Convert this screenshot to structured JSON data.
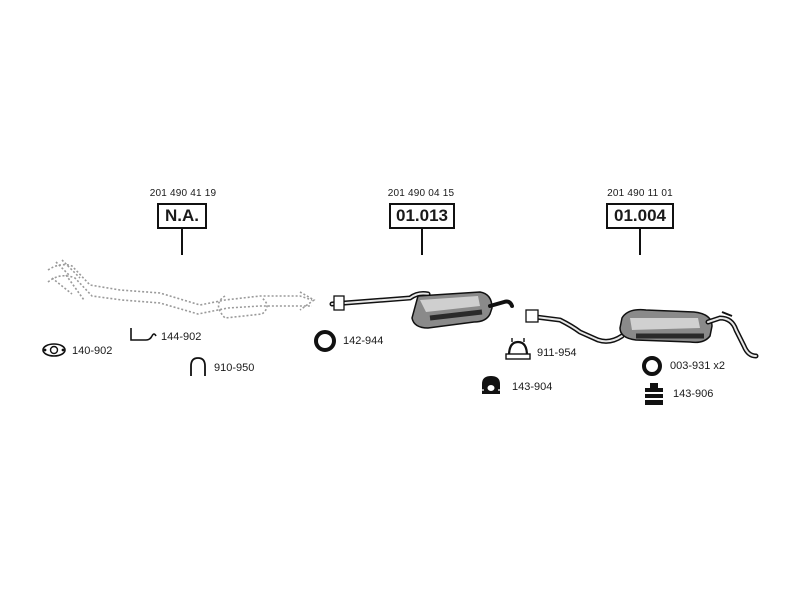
{
  "assemblies": [
    {
      "oem": "201 490 41 19",
      "code": "N.A."
    },
    {
      "oem": "201 490 04 15",
      "code": "01.013"
    },
    {
      "oem": "201 490 11 01",
      "code": "01.004"
    }
  ],
  "parts": [
    {
      "label": "140-902",
      "icon": "flange-gasket-icon"
    },
    {
      "label": "144-902",
      "icon": "clamp-bracket-icon"
    },
    {
      "label": "910-950",
      "icon": "u-bolt-icon"
    },
    {
      "label": "142-944",
      "icon": "sealing-ring-icon"
    },
    {
      "label": "911-954",
      "icon": "pipe-clamp-icon"
    },
    {
      "label": "143-904",
      "icon": "rubber-hanger-icon"
    },
    {
      "label": "003-931 x2",
      "icon": "o-ring-icon"
    },
    {
      "label": "143-906",
      "icon": "rubber-mount-icon"
    }
  ],
  "colors": {
    "ink": "#111111",
    "muffler_gray": "#8a8a8a",
    "dotted_gray": "#9a9a9a"
  }
}
